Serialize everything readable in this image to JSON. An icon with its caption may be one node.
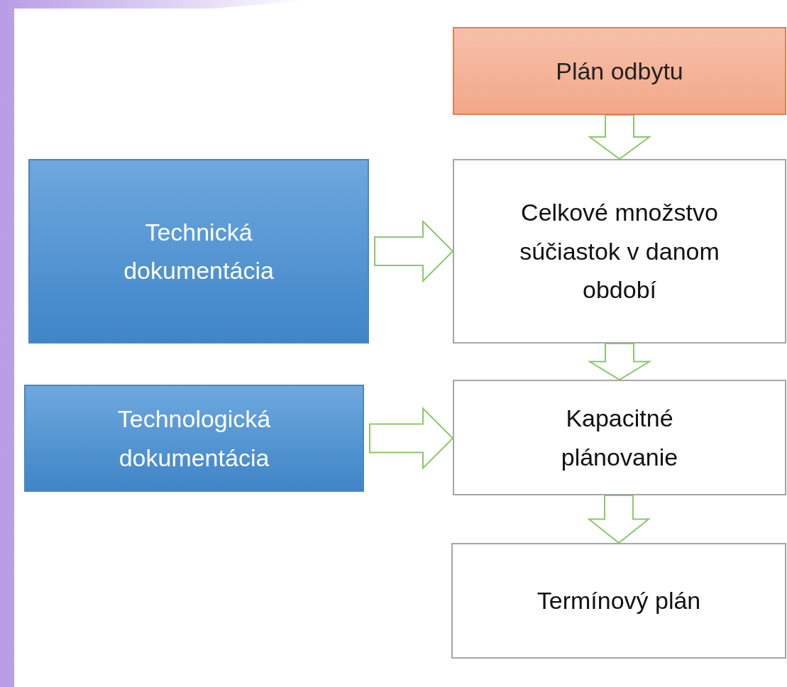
{
  "diagram": {
    "nodes": [
      {
        "text": [
          "Plán odbytu"
        ]
      },
      {
        "text": [
          "Technická dokumentácia"
        ]
      },
      {
        "text": [
          "Celkové množstvo súčiastok v danom období"
        ]
      },
      {
        "text": [
          "Technologická dokumentácia"
        ]
      },
      {
        "text": [
          "Kapacitné plánovanie"
        ]
      },
      {
        "text": [
          "Termínový plán"
        ]
      }
    ],
    "edges": [
      {
        "from": 0,
        "to": 2,
        "arrow": "to"
      },
      {
        "from": 1,
        "to": 2,
        "arrow": "to"
      },
      {
        "from": 2,
        "to": 4,
        "arrow": "to"
      },
      {
        "from": 3,
        "to": 4,
        "arrow": "to"
      },
      {
        "from": 4,
        "to": 5,
        "arrow": "to"
      }
    ]
  }
}
